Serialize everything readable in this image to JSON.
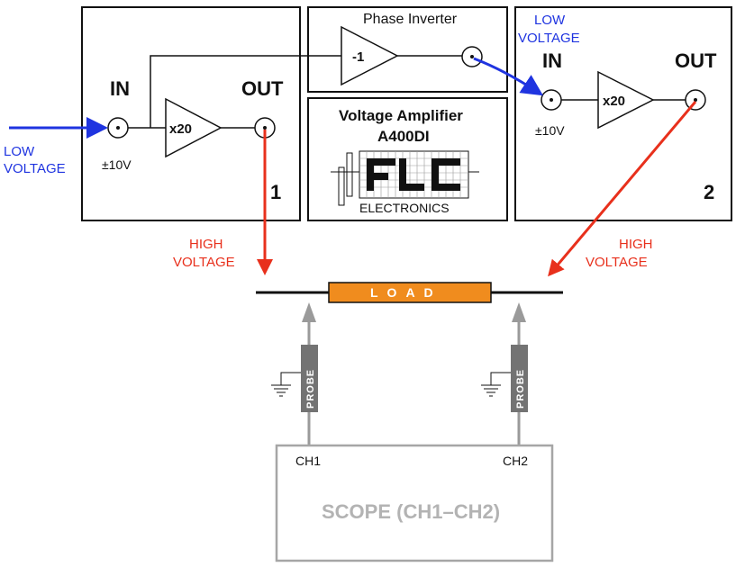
{
  "amplifier1": {
    "in_label": "IN",
    "out_label": "OUT",
    "gain": "x20",
    "range": "±10V",
    "number": "1"
  },
  "amplifier2": {
    "in_label": "IN",
    "out_label": "OUT",
    "gain": "x20",
    "range": "±10V",
    "number": "2"
  },
  "phase_inverter": {
    "title": "Phase Inverter",
    "gain": "-1"
  },
  "product": {
    "title": "Voltage Amplifier",
    "model": "A400DI",
    "logo_text": "FLC",
    "logo_subtitle": "ELECTRONICS"
  },
  "signals": {
    "low_voltage_line1": "LOW",
    "low_voltage_line2": "VOLTAGE",
    "high_voltage_line1": "HIGH",
    "high_voltage_line2": "VOLTAGE"
  },
  "load": {
    "label": "LOAD"
  },
  "probes": {
    "label": "PROBE"
  },
  "scope": {
    "label": "SCOPE (CH1–CH2)",
    "ch1": "CH1",
    "ch2": "CH2"
  },
  "colors": {
    "low_voltage": "#1f34e0",
    "high_voltage": "#e8301c",
    "load": "#f08c1e",
    "probe": "#737373",
    "scope": "#b3b3b3"
  }
}
